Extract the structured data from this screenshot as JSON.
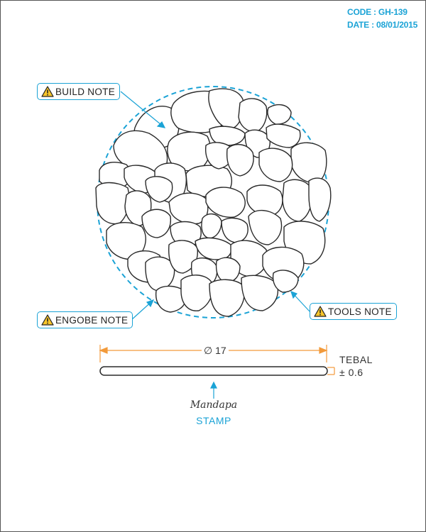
{
  "header": {
    "code": "CODE : GH-139",
    "date": "DATE : 08/01/2015"
  },
  "callouts": {
    "build": "BUILD NOTE",
    "engobe": "ENGOBE NOTE",
    "tools": "TOOLS NOTE"
  },
  "dimension": {
    "diameter": "∅ 17",
    "thickness_title": "TEBAL",
    "thickness_value": "± 0.6"
  },
  "stamp": {
    "logo": "Mandapa",
    "label": "STAMP"
  },
  "colors": {
    "accent": "#1ba3d6",
    "dimension": "#f29a3b",
    "line": "#333333"
  },
  "icons": [
    "warning-icon",
    "arrow-up-icon"
  ]
}
